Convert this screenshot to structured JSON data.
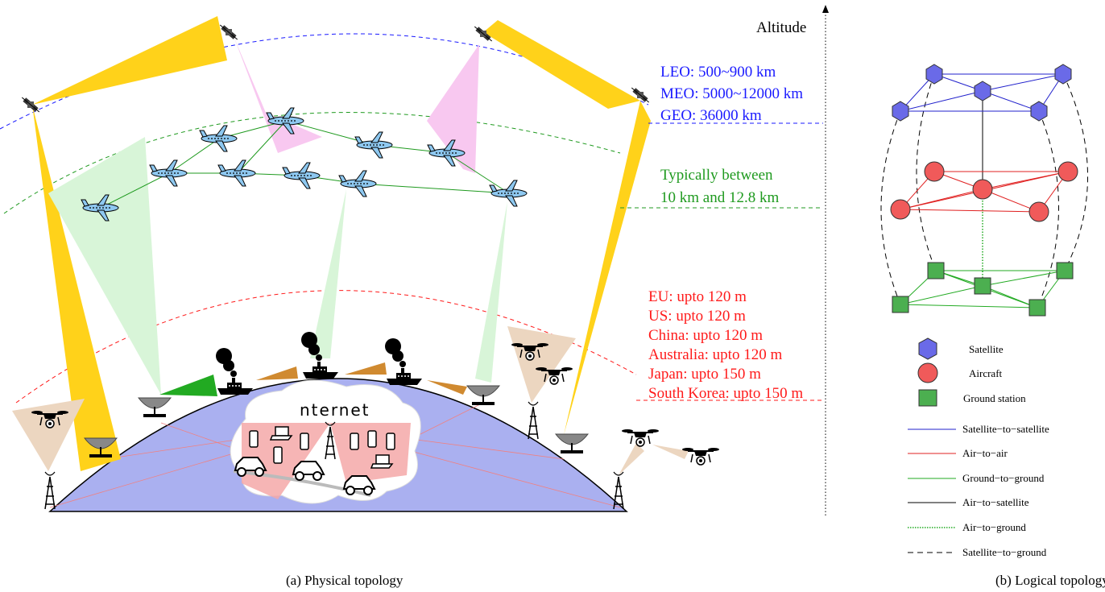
{
  "physical": {
    "altitude_axis_label": "Altitude",
    "satellite_orbits": [
      "LEO: 500~900 km",
      "MEO: 5000~12000 km",
      "GEO: 36000 km"
    ],
    "aircraft_altitude": [
      "Typically between",
      "10 km and 12.8 km"
    ],
    "drone_limits": [
      "EU: upto 120 m",
      "US: upto 120 m",
      "China: upto 120 m",
      "Australia: upto 120 m",
      "Japan: upto 150 m",
      "South Korea: upto 150 m"
    ],
    "internet_label": "nternet",
    "caption": "(a) Physical topology",
    "colors": {
      "satellite_text": "#1a1aff",
      "aircraft_text": "#1f9a1f",
      "drone_text": "#ff1a1a",
      "earth": "#aab0f0",
      "satellite_beam": "#ffd21a",
      "aircraft_beam_green": "#d8f5d8",
      "aircraft_beam_pink": "#f8c8f0",
      "drone_beam": "#ecd6c0",
      "ship_beam": "#d08a30"
    }
  },
  "logical": {
    "legend_nodes": [
      {
        "label": "Satellite",
        "icon": "hexagon-icon",
        "color": "#6a6ae8"
      },
      {
        "label": "Aircraft",
        "icon": "circle-icon",
        "color": "#f05a5a"
      },
      {
        "label": "Ground station",
        "icon": "square-icon",
        "color": "#4caf50"
      }
    ],
    "legend_links": [
      {
        "label": "Satellite−to−satellite",
        "color": "#2222cc",
        "style": "solid"
      },
      {
        "label": "Air−to−air",
        "color": "#e02020",
        "style": "solid"
      },
      {
        "label": "Ground−to−ground",
        "color": "#22aa22",
        "style": "solid"
      },
      {
        "label": "Air−to−satellite",
        "color": "#000000",
        "style": "solid"
      },
      {
        "label": "Air−to−ground",
        "color": "#22aa22",
        "style": "dotted"
      },
      {
        "label": "Satellite−to−ground",
        "color": "#000000",
        "style": "dashed"
      }
    ],
    "caption": "(b) Logical topology"
  }
}
